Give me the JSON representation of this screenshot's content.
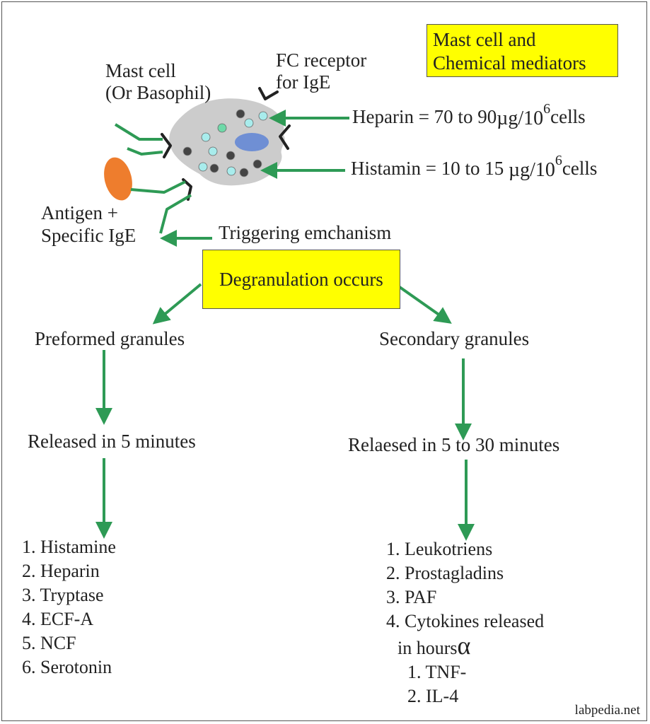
{
  "title": {
    "line1": "Mast cell and",
    "line2": "Chemical mediators"
  },
  "mast_cell_label": {
    "line1": "Mast cell",
    "line2": "(Or Basophil)"
  },
  "fc_receptor_label": {
    "line1": "FC receptor",
    "line2": "for IgE"
  },
  "heparin": {
    "prefix": "Heparin = 70 to 90",
    "unit": "µg/10",
    "exp": "6",
    "suffix": "cells"
  },
  "histamin": {
    "prefix": "Histamin = 10 to 15 ",
    "unit": "µg/10",
    "exp": "6",
    "suffix": "cells"
  },
  "antigen_label": {
    "line1": "Antigen +",
    "line2": "Specific IgE"
  },
  "trigger_label": "Triggering emchanism",
  "degranulation": "Degranulation occurs",
  "left_branch": {
    "heading": "Preformed granules",
    "timing": "Released in 5 minutes",
    "items": [
      "1. Histamine",
      "2. Heparin",
      "3. Tryptase",
      "4. ECF-A",
      "5. NCF",
      "6. Serotonin"
    ]
  },
  "right_branch": {
    "heading": "Secondary granules",
    "timing": "Relaesed in 5 to 30 minutes",
    "items": [
      "1. Leukotriens",
      "2. Prostagladins",
      "3. PAF",
      "4. Cytokines  released"
    ],
    "items_cont": "in hours",
    "alpha": "α",
    "subitems": [
      "1. TNF-",
      "2. IL-4"
    ]
  },
  "credit": "labpedia.net",
  "colors": {
    "arrow": "#2e9a55",
    "highlight": "#ffff00",
    "cell": "#cccccc",
    "antigen": "#ee7d2d",
    "nucleus": "#6f8fd4",
    "receptor": "#222222"
  }
}
